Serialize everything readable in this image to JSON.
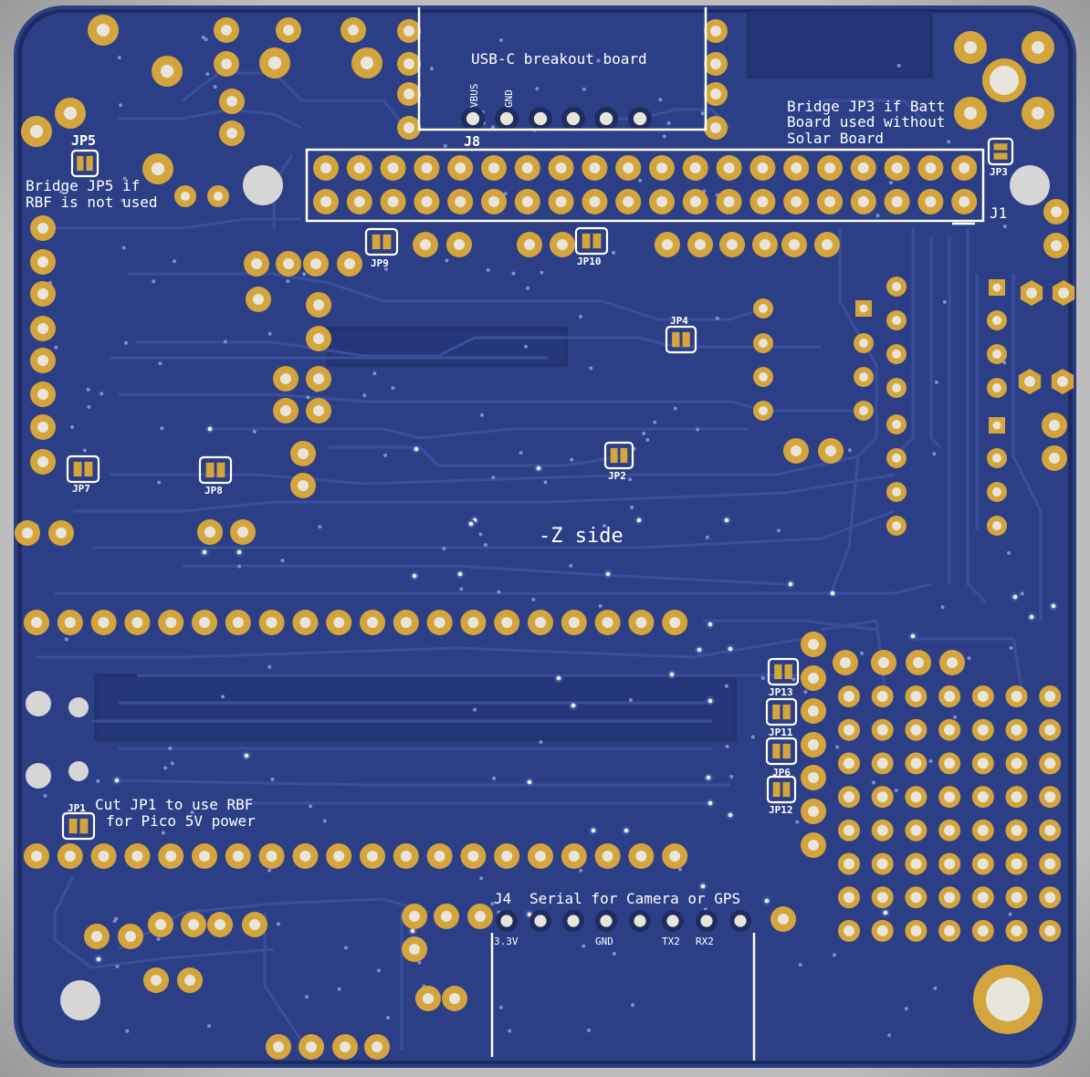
{
  "board": {
    "side_label": "-Z side",
    "colors": {
      "background": "#bdbdbd",
      "substrate": "#21306a",
      "copper": "#2c3f86",
      "copper_edge": "#3b52a3",
      "trace": "#3a4f9c",
      "pad": "#d4a53c",
      "pad_hole": "#e8e6dc",
      "drill": "#d6d6d6",
      "silk": "#ffffff",
      "jumper_pad": "#d4a53c"
    },
    "labels": {
      "usb_breakout": "USB-C breakout board",
      "usb_pin_vbus": "VBUS",
      "usb_pin_gnd": "GND",
      "j8": "J8",
      "jp5": "JP5",
      "jp5_note_line1": "Bridge JP5 if",
      "jp5_note_line2": "RBF is not used",
      "jp3_note_line1": "Bridge JP3 if Batt",
      "jp3_note_line2": "Board used without",
      "jp3_note_line3": "Solar Board",
      "jp3": "JP3",
      "j1": "J1",
      "jp9": "JP9",
      "jp10": "JP10",
      "jp4": "JP4",
      "jp2": "JP2",
      "jp7": "JP7",
      "jp8": "JP8",
      "jp13": "JP13",
      "jp11": "JP11",
      "jp6": "JP6",
      "jp12": "JP12",
      "jp1": "JP1",
      "jp1_note_line1": "Cut JP1 to use RBF",
      "jp1_note_line2": "for Pico 5V power",
      "j4": "J4",
      "j4_title": "Serial for Camera or GPS",
      "j4_pin_33v": "3.3V",
      "j4_pin_gnd": "GND",
      "j4_pin_tx2": "TX2",
      "j4_pin_rx2": "RX2"
    }
  }
}
